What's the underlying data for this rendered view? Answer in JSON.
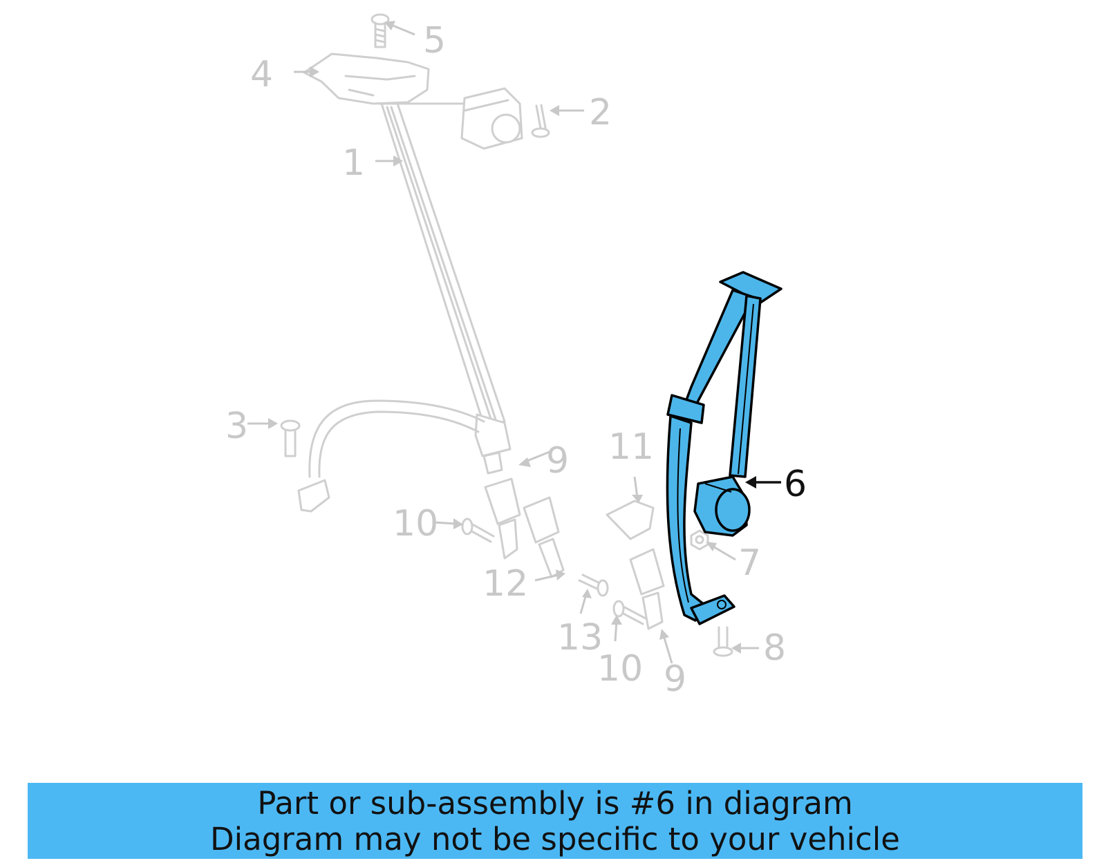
{
  "colors": {
    "highlight": "#4cb6ea",
    "ghost": "#cfcfcf",
    "banner": "#4cb8f3"
  },
  "callouts": {
    "c1": "1",
    "c2": "2",
    "c3": "3",
    "c4": "4",
    "c5": "5",
    "c6": "6",
    "c7": "7",
    "c8": "8",
    "c9a": "9",
    "c9b": "9",
    "c10a": "10",
    "c10b": "10",
    "c11": "11",
    "c12": "12",
    "c13": "13"
  },
  "highlighted_part": "6",
  "banner": {
    "line1": "Part or sub-assembly is #6 in diagram",
    "line2": "Diagram may not be specific to your vehicle"
  }
}
